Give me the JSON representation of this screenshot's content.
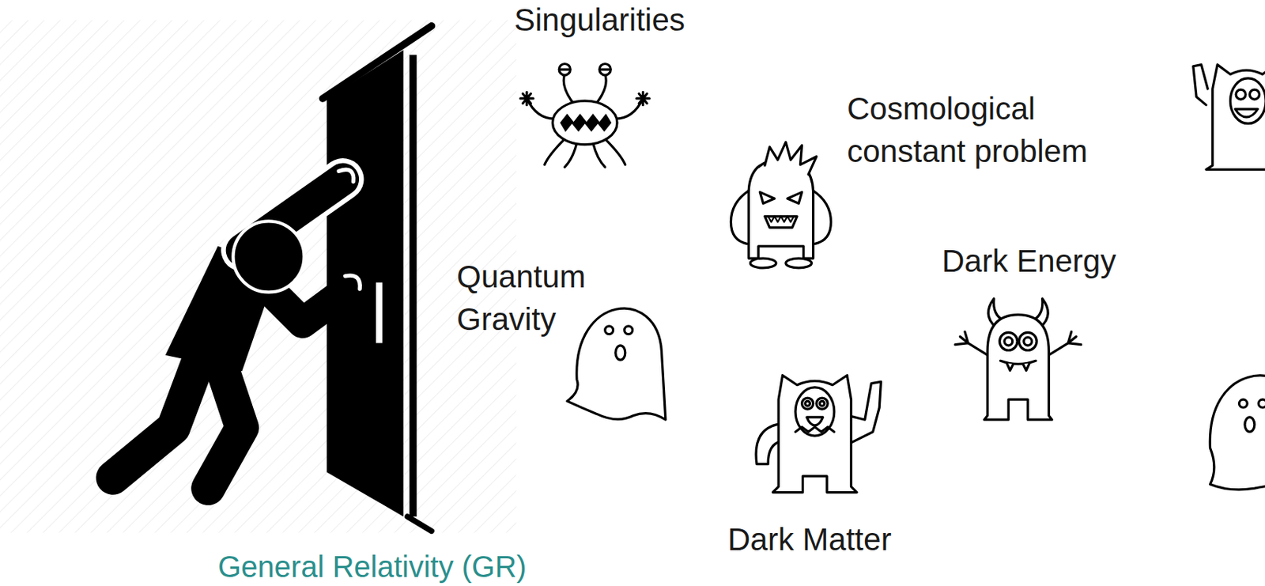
{
  "diagram": {
    "labels": [
      "Singularities",
      "Cosmological constant problem",
      "Quantum Gravity",
      "Dark Energy",
      "Dark Matter",
      "General Relativity (GR)"
    ]
  }
}
